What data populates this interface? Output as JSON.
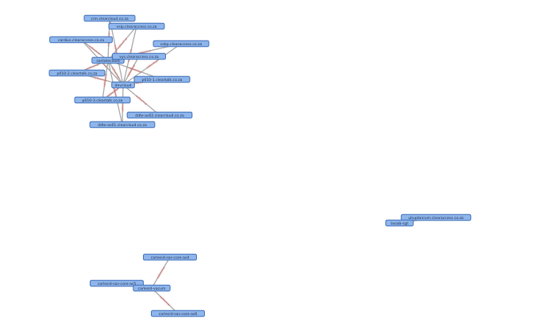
{
  "graph": {
    "nodes": [
      {
        "id": "crm",
        "label": "crm.clearcloud.co.za"
      },
      {
        "id": "vsip",
        "label": "vsip.clearaccess.co.za"
      },
      {
        "id": "cardius",
        "label": "cardius.clearaccess.co.za"
      },
      {
        "id": "vsbp",
        "label": "vsbp.clearaccess.co.za"
      },
      {
        "id": "nas",
        "label": "sastatecloud"
      },
      {
        "id": "vys",
        "label": "vys.clearaccess.co.za"
      },
      {
        "id": "p0102",
        "label": "p010-2.cleartalk.co.za"
      },
      {
        "id": "p0101",
        "label": "p010-1.cleartalk.co.za"
      },
      {
        "id": "dev",
        "label": "devcloud"
      },
      {
        "id": "p0103",
        "label": "p010-3.cleartalk.co.za"
      },
      {
        "id": "ddte2",
        "label": "ddte-as02.clearcloud.co.za"
      },
      {
        "id": "ddte1",
        "label": "ddte-as01.clearcloud.co.za"
      },
      {
        "id": "uhup",
        "label": "uhuptanium.clearaccess.co.za"
      },
      {
        "id": "lw",
        "label": "lasiab-sgt"
      },
      {
        "id": "cr4",
        "label": "carlesid-sas-core-as4"
      },
      {
        "id": "cr5",
        "label": "carlesid-sas-core-as5"
      },
      {
        "id": "cw",
        "label": "carlesid-vacum"
      },
      {
        "id": "cr6",
        "label": "carlesid-sas-core-as6"
      }
    ],
    "edges": [
      {
        "from": "nas",
        "to": "crm",
        "label": "sqlbackup"
      },
      {
        "from": "nas",
        "to": "vsip",
        "label": "sqlbackup"
      },
      {
        "from": "nas",
        "to": "cardius",
        "label": "sqlbackup"
      },
      {
        "from": "nas",
        "to": "vsbp",
        "label": "sqlbackup"
      },
      {
        "from": "nas",
        "to": "vys",
        "label": "sqlbackup"
      },
      {
        "from": "nas",
        "to": "p0102",
        "label": "sqlbackup"
      },
      {
        "from": "nas",
        "to": "p0101",
        "label": "sqlbackup"
      },
      {
        "from": "nas",
        "to": "dev",
        "label": "sqlbackup"
      },
      {
        "from": "nas",
        "to": "p0103",
        "label": "sqlbackup"
      },
      {
        "from": "nas",
        "to": "ddte1",
        "label": "sqlbackup"
      },
      {
        "from": "dev",
        "to": "crm",
        "label": "sqlbackup"
      },
      {
        "from": "dev",
        "to": "vsip",
        "label": "sqlbackup"
      },
      {
        "from": "dev",
        "to": "cardius",
        "label": "sqlbackup"
      },
      {
        "from": "dev",
        "to": "vsbp",
        "label": "sqlbackup"
      },
      {
        "from": "dev",
        "to": "vys",
        "label": "sqlbackup"
      },
      {
        "from": "dev",
        "to": "p0102",
        "label": "sqlbackup"
      },
      {
        "from": "dev",
        "to": "p0101",
        "label": "sqlbackup"
      },
      {
        "from": "dev",
        "to": "p0103",
        "label": "sqlbackup"
      },
      {
        "from": "dev",
        "to": "ddte2",
        "label": "sqlbackup"
      },
      {
        "from": "dev",
        "to": "ddte1",
        "label": "sqlbackup"
      },
      {
        "from": "lw",
        "to": "uhup",
        "label": ""
      },
      {
        "from": "cw",
        "to": "cr4",
        "label": "sqlbackup"
      },
      {
        "from": "cw",
        "to": "cr5",
        "label": ""
      },
      {
        "from": "cw",
        "to": "cr6",
        "label": "sqlbackup"
      }
    ]
  },
  "colors": {
    "node_fill": "#8fb6ec",
    "node_border": "#3f6fb8",
    "edge": "#9a9a9a",
    "edge_label": "#e0605a"
  }
}
